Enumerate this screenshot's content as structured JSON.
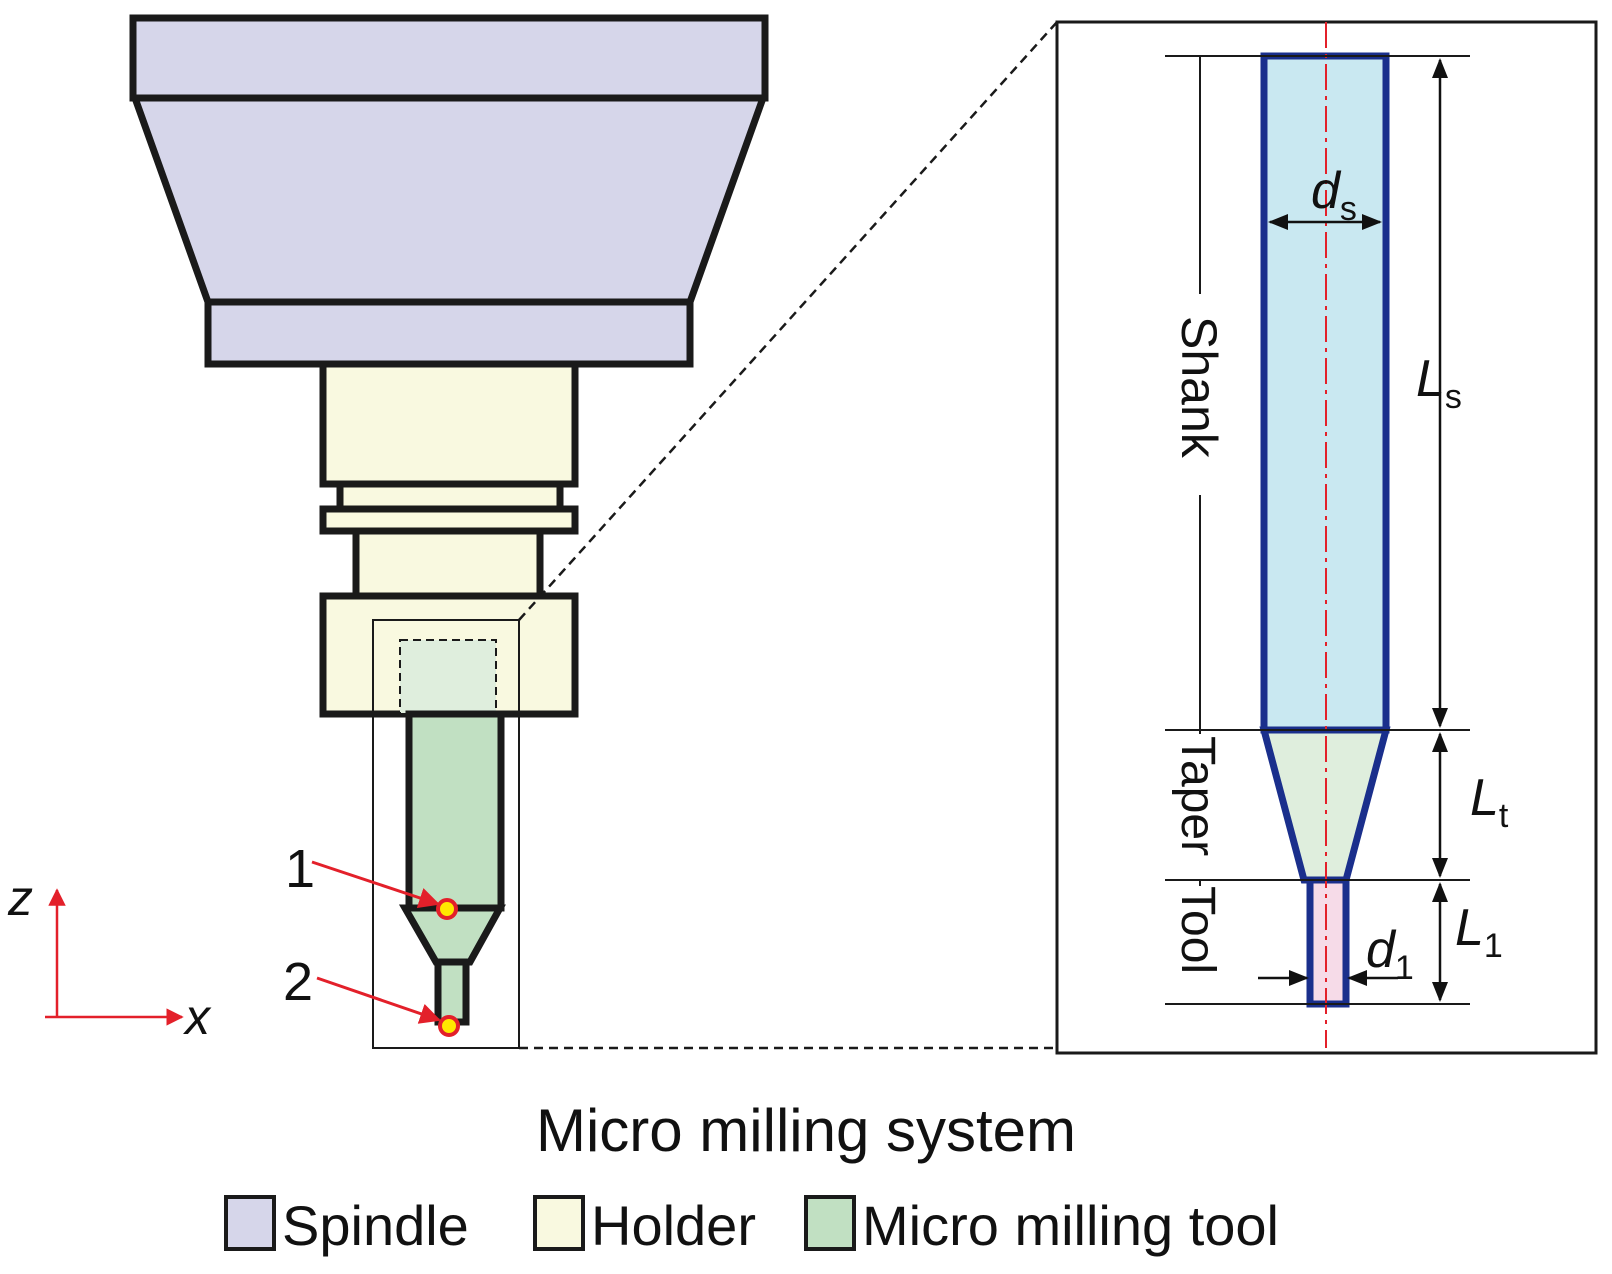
{
  "points": {
    "p1": "1",
    "p2": "2"
  },
  "axes": {
    "z": "z",
    "x": "x"
  },
  "detail": {
    "sections": {
      "shank": "Shank",
      "taper": "Taper",
      "tool": "Tool"
    },
    "dims": {
      "ds_main": "d",
      "ds_sub": "s",
      "Ls_main": "L",
      "Ls_sub": "s",
      "Lt_main": "L",
      "Lt_sub": "t",
      "L1_main": "L",
      "L1_sub": "1",
      "d1_main": "d",
      "d1_sub": "1"
    }
  },
  "caption": "Micro milling system",
  "legend": [
    {
      "label": "Spindle",
      "color": "#d6d6ea"
    },
    {
      "label": "Holder",
      "color": "#f9f9e0"
    },
    {
      "label": "Micro milling tool",
      "color": "#c1e0c2"
    }
  ],
  "colors": {
    "spindle": "#d6d6ea",
    "holder": "#f9f9e0",
    "tool": "#c1e0c2",
    "shank_fill": "#c9e8f1",
    "taper_fill": "#dfeedd",
    "tip_fill": "#f6dbe8",
    "detail_stroke": "#1a2f8c",
    "red": "#e3202a",
    "marker_fill": "#ffe800"
  }
}
